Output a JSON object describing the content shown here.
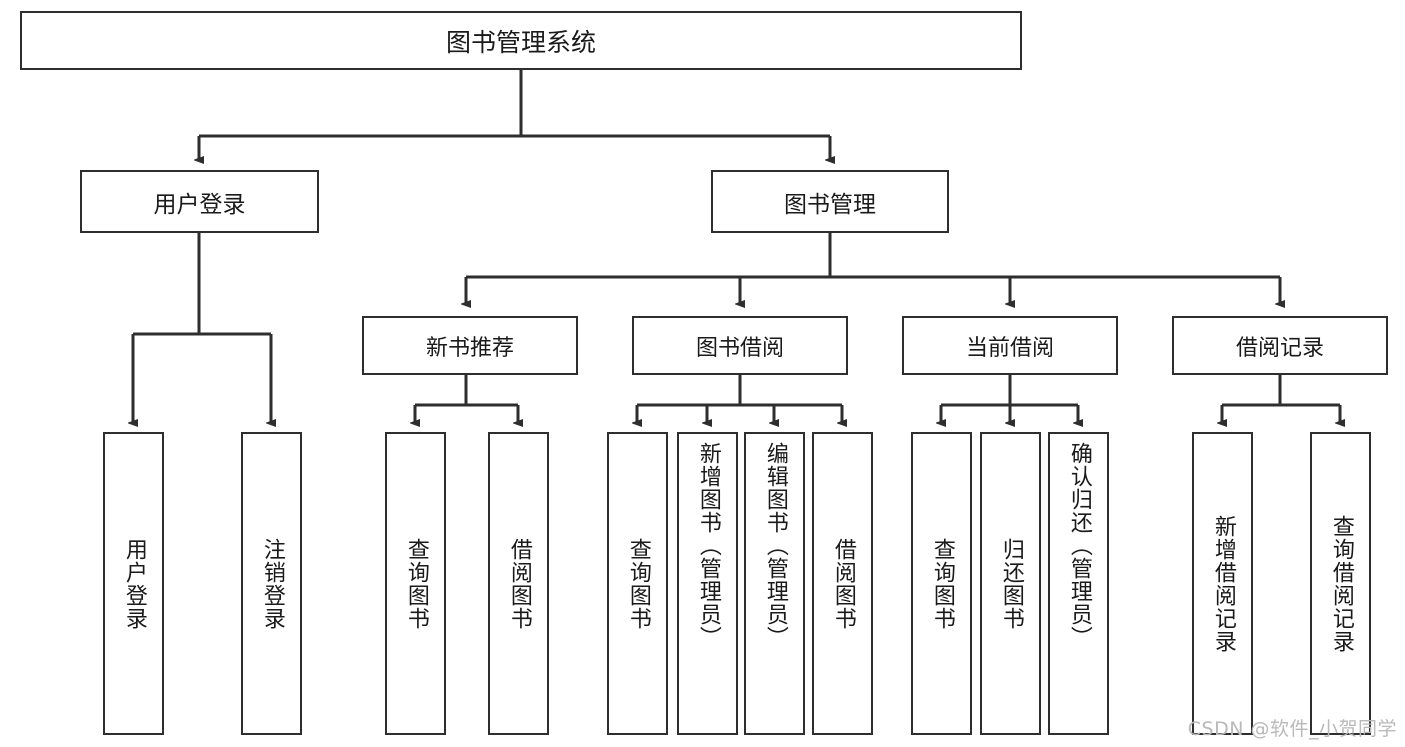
{
  "diagram": {
    "title": "图书管理系统",
    "type": "functional-structure-tree",
    "root": {
      "label": "图书管理系统"
    },
    "level2": [
      {
        "label": "用户登录"
      },
      {
        "label": "图书管理"
      }
    ],
    "level3": [
      {
        "label": "新书推荐"
      },
      {
        "label": "图书借阅"
      },
      {
        "label": "当前借阅"
      },
      {
        "label": "借阅记录"
      }
    ],
    "leaves": {
      "user_login": [
        {
          "label": "用户登录"
        },
        {
          "label": "注销登录"
        }
      ],
      "new_book_recommend": [
        {
          "label": "查询图书"
        },
        {
          "label": "借阅图书"
        }
      ],
      "book_borrow": [
        {
          "label": "查询图书"
        },
        {
          "label": "新增图书（管理员）"
        },
        {
          "label": "编辑图书（管理员）"
        },
        {
          "label": "借阅图书"
        }
      ],
      "current_borrow": [
        {
          "label": "查询图书"
        },
        {
          "label": "归还图书"
        },
        {
          "label": "确认归还（管理员）"
        }
      ],
      "borrow_record": [
        {
          "label": "新增借阅记录"
        },
        {
          "label": "查询借阅记录"
        }
      ]
    }
  },
  "watermark": {
    "text": "CSDN @软件_小贺同学"
  },
  "colors": {
    "stroke": "#2e2e2e",
    "background": "#ffffff",
    "text": "#1a1a1a",
    "watermark": "#b9b9b9"
  }
}
